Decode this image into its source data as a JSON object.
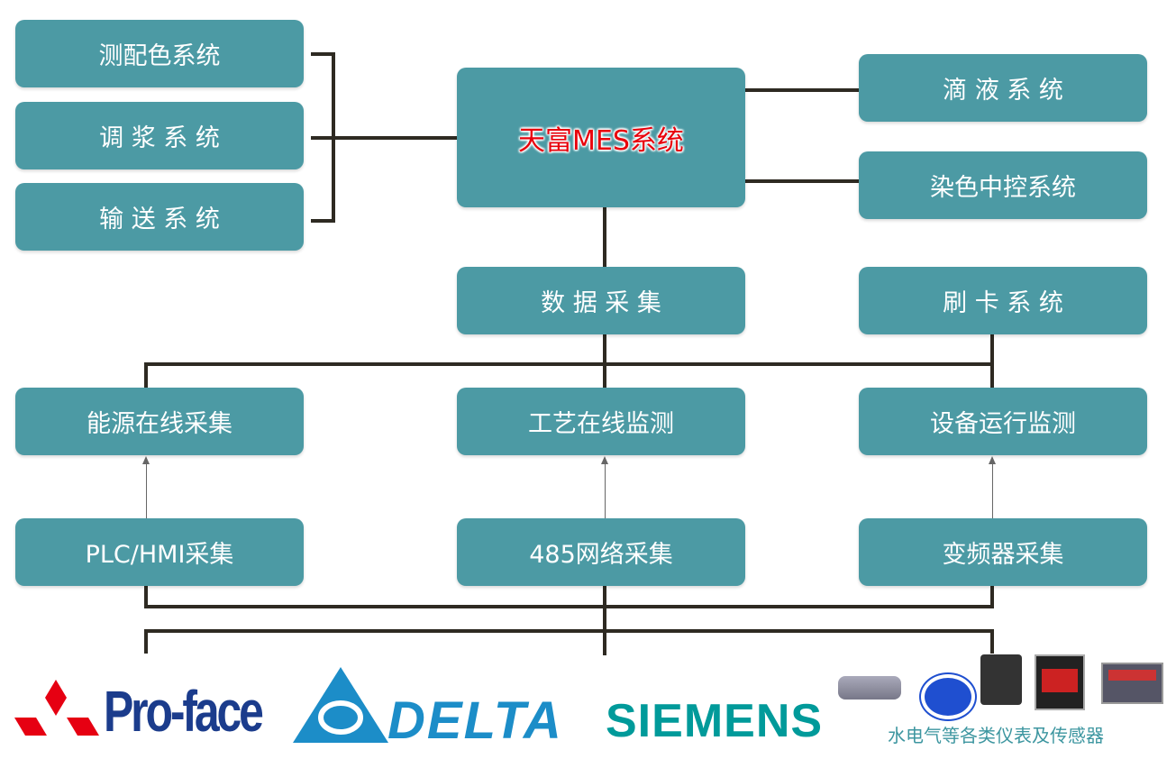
{
  "left_systems": [
    "测配色系统",
    "调 浆 系 统",
    "输 送 系 统"
  ],
  "center": {
    "title": "天富MES系统"
  },
  "right_systems": [
    "滴 液 系 统",
    "染色中控系统"
  ],
  "data_collection": "数 据 采 集",
  "card_system": "刷 卡 系 统",
  "monitoring": [
    "能源在线采集",
    "工艺在线监测",
    "设备运行监测"
  ],
  "collection": [
    "PLC/HMI采集",
    "485网络采集",
    "变频器采集"
  ],
  "logos": {
    "proface": "Pro-face",
    "delta": "DELTA",
    "siemens": "SIEMENS"
  },
  "instruments_label": "水电气等各类仪表及传感器",
  "colors": {
    "box": "#4c9aa4",
    "line": "#2e2a22",
    "mes_text": "#e8000b",
    "siemens": "#009a9a",
    "proface": "#1b3c8c"
  }
}
